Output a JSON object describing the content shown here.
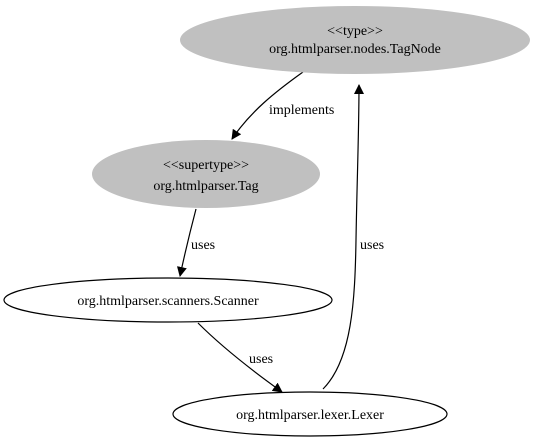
{
  "diagram": {
    "nodes": {
      "tagnode": {
        "stereotype": "<<type>>",
        "name": "org.htmlparser.nodes.TagNode",
        "fill": "#c0c0c0",
        "stroke": "#c0c0c0"
      },
      "tag": {
        "stereotype": "<<supertype>>",
        "name": "org.htmlparser.Tag",
        "fill": "#c0c0c0",
        "stroke": "#c0c0c0"
      },
      "scanner": {
        "name": "org.htmlparser.scanners.Scanner",
        "fill": "#ffffff",
        "stroke": "#000000"
      },
      "lexer": {
        "name": "org.htmlparser.lexer.Lexer",
        "fill": "#ffffff",
        "stroke": "#000000"
      }
    },
    "edges": {
      "tagnode_to_tag": {
        "label": "implements"
      },
      "tag_to_scanner": {
        "label": "uses"
      },
      "scanner_to_lexer": {
        "label": "uses"
      },
      "lexer_to_tagnode": {
        "label": "uses"
      }
    }
  }
}
